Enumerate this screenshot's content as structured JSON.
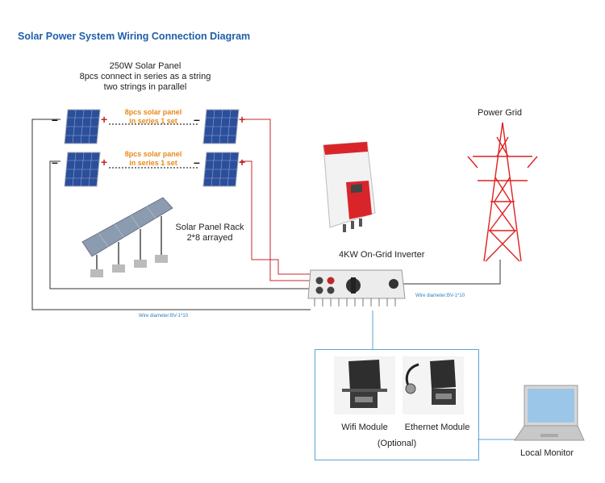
{
  "title": "Solar Power System Wiring Connection Diagram",
  "panel_caption": {
    "line1": "250W Solar Panel",
    "line2": "8pcs connect in series as a string",
    "line3": "two strings in parallel"
  },
  "series_label": {
    "line1": "8pcs solar  panel",
    "line2": "in series 1 set"
  },
  "rack_label": {
    "line1": "Solar Panel Rack",
    "line2": "2*8 arrayed"
  },
  "inverter_label": "4KW On-Grid Inverter",
  "grid_label": "Power Grid",
  "wire_diameter": "Wire diameter:BV-1*10",
  "wifi_label": "Wifi Module",
  "ethernet_label": "Ethernet Module",
  "optional_label": "(Optional)",
  "monitor_label": "Local Monitor",
  "signs": {
    "minus": "–",
    "plus": "+"
  },
  "icons": [
    "solar-panel-icon",
    "panel-rack-icon",
    "inverter-icon",
    "power-tower-icon",
    "wifi-module-icon",
    "ethernet-module-icon",
    "laptop-icon"
  ],
  "colors": {
    "title": "#1f5fa8",
    "accent": "#e8891a",
    "positive_wire": "#c0282d",
    "negative_wire": "#333333",
    "module_box": "#5aa6d6"
  }
}
